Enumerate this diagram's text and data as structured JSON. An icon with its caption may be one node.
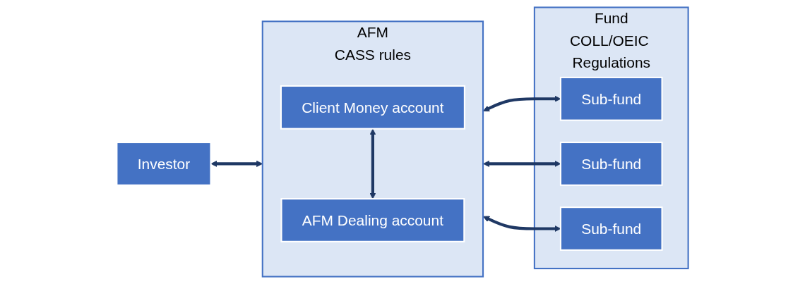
{
  "diagram": {
    "nodes": [
      {
        "text": [
          "Investor"
        ]
      },
      {
        "text": [
          "AFM",
          "CASS rules"
        ]
      },
      {
        "text": [
          "Client Money account"
        ],
        "in": 1
      },
      {
        "text": [
          "AFM Dealing account"
        ],
        "in": 1
      },
      {
        "text": [
          "Fund",
          "COLL/OEIC Regulations"
        ]
      },
      {
        "text": [
          "Sub-fund"
        ],
        "in": 4
      },
      {
        "text": [
          "Sub-fund"
        ],
        "in": 4
      },
      {
        "text": [
          "Sub-fund"
        ],
        "in": 4
      }
    ],
    "edges": [
      {
        "from": 0,
        "to": 1,
        "arrow": "both"
      },
      {
        "from": 2,
        "to": 3,
        "arrow": "both"
      },
      {
        "from": 1,
        "to": 5,
        "arrow": "both"
      },
      {
        "from": 1,
        "to": 6,
        "arrow": "both"
      },
      {
        "from": 1,
        "to": 7,
        "arrow": "both"
      }
    ]
  }
}
